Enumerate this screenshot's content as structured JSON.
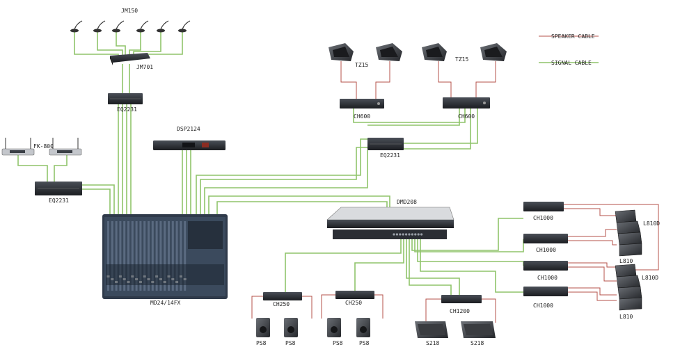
{
  "legend": {
    "speaker": "SPEAKER CABLE",
    "signal": "SIGNAL CABLE"
  },
  "colors": {
    "signal": "#8fc46a",
    "speaker": "#b4504a",
    "device": "#2a2d33"
  },
  "labels": {
    "jm150": "JM150",
    "jm701": "JM701",
    "eq_top": "EQ2231",
    "fk800": "FK-800",
    "eq_left": "EQ2231",
    "dsp": "DSP2124",
    "tz15_a": "TZ15",
    "tz15_b": "TZ15",
    "ch600_a": "CH600",
    "ch600_b": "CH600",
    "eq_right": "EQ2231",
    "mixer": "MD24/14FX",
    "dmd": "DMD208",
    "ch250_a": "CH250",
    "ch250_b": "CH250",
    "ch1200": "CH1200",
    "ps8_1": "PS8",
    "ps8_2": "PS8",
    "ps8_3": "PS8",
    "ps8_4": "PS8",
    "s218_a": "S218",
    "s218_b": "S218",
    "ch1000_1": "CH1000",
    "ch1000_2": "CH1000",
    "ch1000_3": "CH1000",
    "ch1000_4": "CH1000",
    "l810d_a": "L810D",
    "l810_a": "L810",
    "l810d_b": "L810D",
    "l810_b": "L810"
  }
}
